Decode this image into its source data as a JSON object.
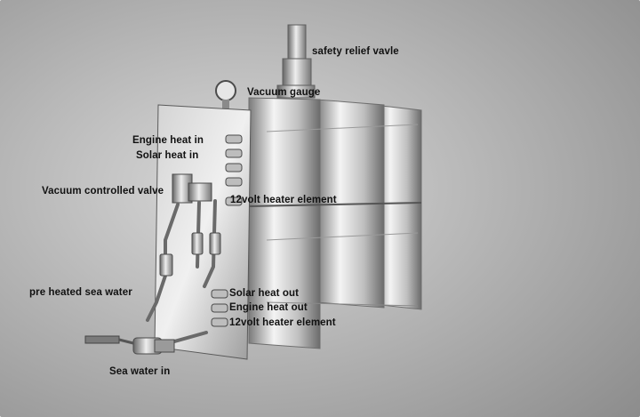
{
  "diagram": {
    "labels": {
      "safety_relief_valve": "safety relief vavle",
      "vacuum_gauge": "Vacuum gauge",
      "engine_heat_in": "Engine heat in",
      "solar_heat_in": "Solar heat in",
      "vacuum_controlled_valve": "Vacuum controlled valve",
      "heater_element_top": "12volt heater element",
      "pre_heated_sea_water": "pre heated sea water",
      "solar_heat_out": "Solar heat out",
      "engine_heat_out": "Engine heat out",
      "heater_element_bottom": "12volt heater element",
      "sea_water_in": "Sea water in"
    }
  }
}
